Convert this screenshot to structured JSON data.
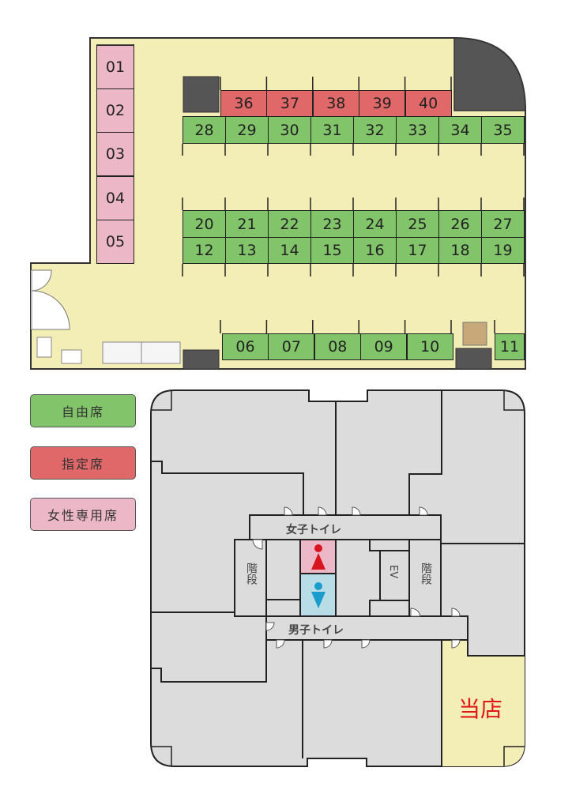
{
  "colors": {
    "floor": "#f3edb6",
    "free": "#82c46a",
    "reserved": "#e06868",
    "women": "#ecb8c8",
    "building": "#dcdcdc",
    "shop_text": "#e01818",
    "women_icon": "#d8141e",
    "men_icon": "#1a9ccc",
    "men_room": "#b8dde6",
    "women_room": "#ecb8c8"
  },
  "seats": {
    "women_only": [
      "01",
      "02",
      "03",
      "04",
      "05"
    ],
    "reserved": [
      "36",
      "37",
      "38",
      "39",
      "40"
    ],
    "row_top": [
      "28",
      "29",
      "30",
      "31",
      "32",
      "33",
      "34",
      "35"
    ],
    "row_mid_upper": [
      "20",
      "21",
      "22",
      "23",
      "24",
      "25",
      "26",
      "27"
    ],
    "row_mid_lower": [
      "12",
      "13",
      "14",
      "15",
      "16",
      "17",
      "18",
      "19"
    ],
    "row_bottom": [
      "06",
      "07",
      "08",
      "09",
      "10"
    ],
    "single": "11"
  },
  "legend": {
    "free": "自由席",
    "reserved": "指定席",
    "women_only": "女性専用席"
  },
  "building": {
    "womens_toilet": "女子トイレ",
    "mens_toilet": "男子トイレ",
    "stairs_left": "階段",
    "stairs_right": "階段",
    "elevator": "EV",
    "our_shop": "当店"
  }
}
